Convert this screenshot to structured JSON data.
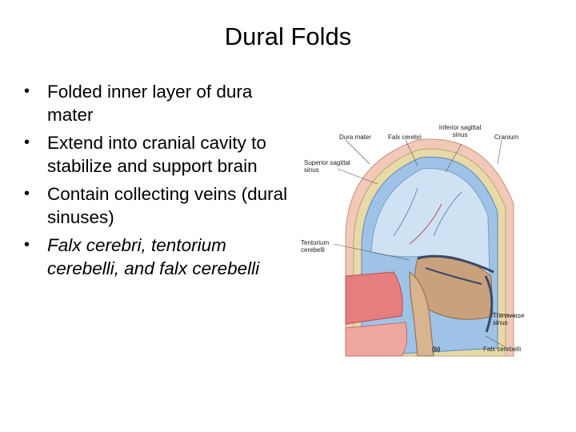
{
  "slide": {
    "title": "Dural Folds",
    "bullets": [
      {
        "text": "Folded inner layer of dura mater",
        "italic": false
      },
      {
        "text": "Extend into cranial cavity to stabilize and support brain",
        "italic": false
      },
      {
        "text": "Contain collecting veins (dural sinuses)",
        "italic": false
      },
      {
        "text": "Falx cerebri, tentorium cerebelli, and falx cerebelli",
        "italic": true
      }
    ],
    "bullet_glyph": "•"
  },
  "figure": {
    "labels": {
      "dura_mater": "Dura mater",
      "falx_cerebri": "Falx cerebri",
      "inferior_sagittal_sinus": "Inferior sagittal sinus",
      "cranium": "Cranium",
      "superior_sagittal_sinus": "Superior sagittal sinus",
      "tentorium_cerebelli": "Tentorium cerebelli",
      "transverse_sinus": "Transverse sinus",
      "falx_cerebelli": "Falx cerebelli",
      "panel": "(b)"
    },
    "colors": {
      "skin": "#f2c9b8",
      "bone": "#e8d9a8",
      "dura_blue": "#9fc3e6",
      "brain": "#c9a27d",
      "tissue_red": "#e57e7e",
      "vein": "#3a4a6a"
    }
  }
}
